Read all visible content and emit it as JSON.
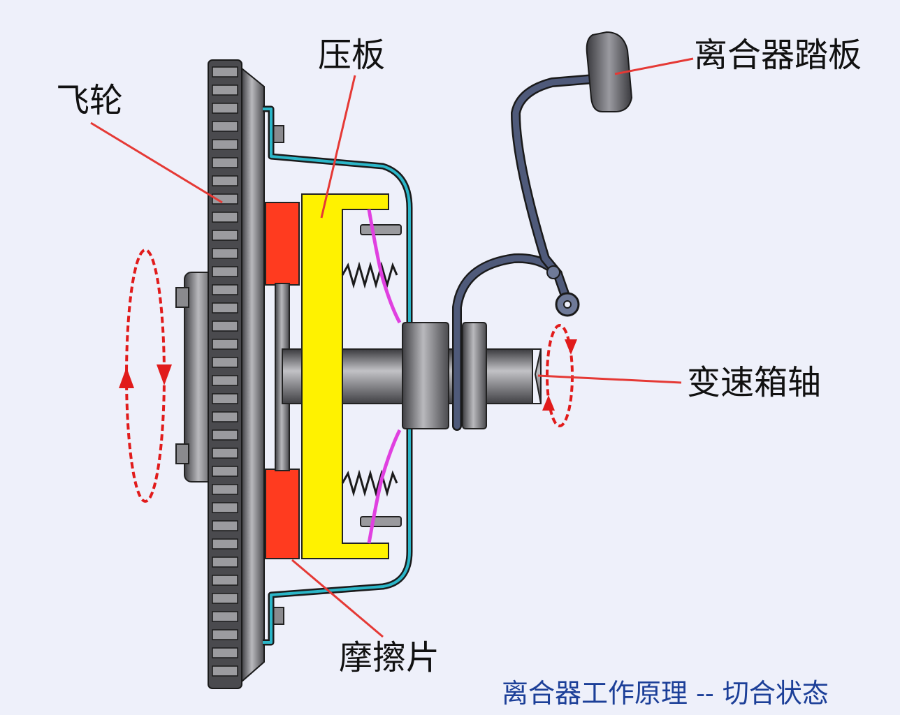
{
  "labels": {
    "flywheel": "飞轮",
    "pressure_plate": "压板",
    "clutch_pedal": "离合器踏板",
    "gearbox_shaft": "变速箱轴",
    "friction_disc": "摩擦片"
  },
  "caption": "离合器工作原理 -- 切合状态",
  "colors": {
    "background": "#eef0fa",
    "leader_line": "#e53935",
    "rotation_arrow": "#e11b1b",
    "housing_cover": "#2bb6c8",
    "friction_disc": "#ff3b1f",
    "pressure_plate": "#fff200",
    "spring_lever": "#e040e0",
    "steel": "#6f6f73",
    "pedal": "#4f5a7a",
    "caption": "#1c3f98"
  }
}
